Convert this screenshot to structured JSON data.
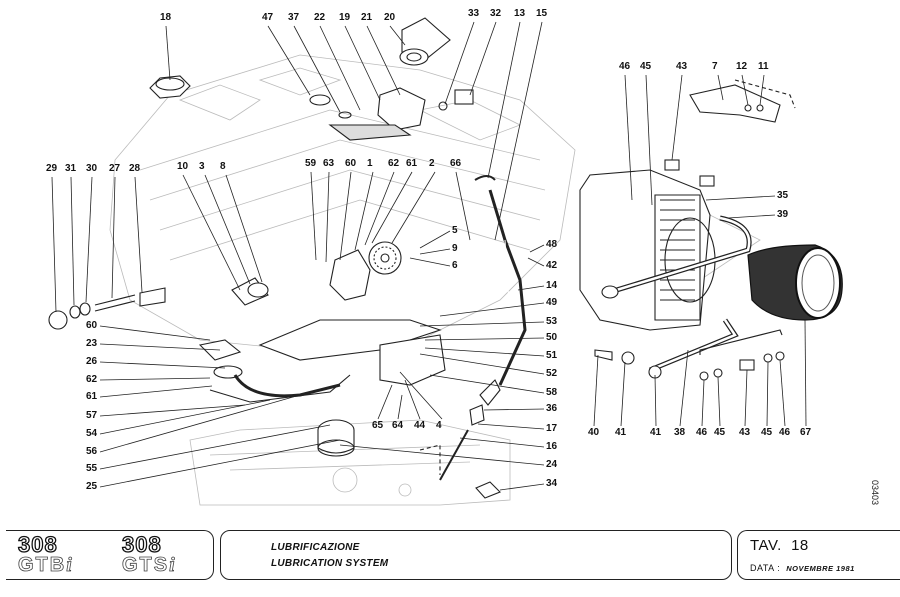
{
  "sheet": {
    "document_number": "03403",
    "models": [
      {
        "number": "308",
        "variant": "GTB",
        "suffix": "i"
      },
      {
        "number": "308",
        "variant": "GTS",
        "suffix": "i"
      }
    ],
    "title_it": "LUBRIFICAZIONE",
    "title_en": "LUBRICATION SYSTEM",
    "tav_label": "TAV.",
    "tav_number": "18",
    "date_label": "DATA",
    "date_separator": ":",
    "date_value": "NOVEMBRE 1981"
  },
  "diagram": {
    "description": "Exploded view of engine lubrication system: oil pump, sump pickup, oil filter, dipstick and tube, oil cooler, hoses and fittings",
    "callouts": [
      {
        "id": "c18",
        "label": "18",
        "part": "oil filler cap"
      },
      {
        "id": "c47",
        "label": "47"
      },
      {
        "id": "c37",
        "label": "37"
      },
      {
        "id": "c22",
        "label": "22"
      },
      {
        "id": "c19",
        "label": "19"
      },
      {
        "id": "c21",
        "label": "21"
      },
      {
        "id": "c20",
        "label": "20",
        "part": "oil filter"
      },
      {
        "id": "c33",
        "label": "33"
      },
      {
        "id": "c32",
        "label": "32"
      },
      {
        "id": "c13",
        "label": "13"
      },
      {
        "id": "c15",
        "label": "15"
      },
      {
        "id": "c46a",
        "label": "46"
      },
      {
        "id": "c45a",
        "label": "45"
      },
      {
        "id": "c43a",
        "label": "43"
      },
      {
        "id": "c7",
        "label": "7",
        "part": "bracket"
      },
      {
        "id": "c12",
        "label": "12"
      },
      {
        "id": "c11",
        "label": "11"
      },
      {
        "id": "c29",
        "label": "29"
      },
      {
        "id": "c31",
        "label": "31"
      },
      {
        "id": "c30",
        "label": "30"
      },
      {
        "id": "c27",
        "label": "27"
      },
      {
        "id": "c28",
        "label": "28"
      },
      {
        "id": "c10",
        "label": "10"
      },
      {
        "id": "c3",
        "label": "3"
      },
      {
        "id": "c8",
        "label": "8"
      },
      {
        "id": "c59",
        "label": "59"
      },
      {
        "id": "c63",
        "label": "63"
      },
      {
        "id": "c60a",
        "label": "60"
      },
      {
        "id": "c1",
        "label": "1",
        "part": "oil pump"
      },
      {
        "id": "c62a",
        "label": "62"
      },
      {
        "id": "c61a",
        "label": "61"
      },
      {
        "id": "c2",
        "label": "2",
        "part": "pump gear"
      },
      {
        "id": "c66",
        "label": "66"
      },
      {
        "id": "c35",
        "label": "35",
        "part": "oil cooler"
      },
      {
        "id": "c39",
        "label": "39"
      },
      {
        "id": "c5",
        "label": "5"
      },
      {
        "id": "c9",
        "label": "9"
      },
      {
        "id": "c6",
        "label": "6"
      },
      {
        "id": "c48",
        "label": "48"
      },
      {
        "id": "c42",
        "label": "42"
      },
      {
        "id": "c14",
        "label": "14",
        "part": "dipstick tube"
      },
      {
        "id": "c49",
        "label": "49"
      },
      {
        "id": "c53",
        "label": "53"
      },
      {
        "id": "c50",
        "label": "50"
      },
      {
        "id": "c51",
        "label": "51"
      },
      {
        "id": "c52",
        "label": "52"
      },
      {
        "id": "c58",
        "label": "58"
      },
      {
        "id": "c36",
        "label": "36"
      },
      {
        "id": "c17",
        "label": "17"
      },
      {
        "id": "c16",
        "label": "16"
      },
      {
        "id": "c24",
        "label": "24"
      },
      {
        "id": "c34",
        "label": "34"
      },
      {
        "id": "c60b",
        "label": "60"
      },
      {
        "id": "c23",
        "label": "23"
      },
      {
        "id": "c26",
        "label": "26"
      },
      {
        "id": "c62b",
        "label": "62"
      },
      {
        "id": "c61b",
        "label": "61"
      },
      {
        "id": "c57",
        "label": "57"
      },
      {
        "id": "c54",
        "label": "54"
      },
      {
        "id": "c56",
        "label": "56"
      },
      {
        "id": "c55",
        "label": "55"
      },
      {
        "id": "c25",
        "label": "25"
      },
      {
        "id": "c65",
        "label": "65"
      },
      {
        "id": "c64",
        "label": "64"
      },
      {
        "id": "c44",
        "label": "44"
      },
      {
        "id": "c4",
        "label": "4"
      },
      {
        "id": "c40",
        "label": "40"
      },
      {
        "id": "c41a",
        "label": "41"
      },
      {
        "id": "c41b",
        "label": "41"
      },
      {
        "id": "c38",
        "label": "38"
      },
      {
        "id": "c46b",
        "label": "46"
      },
      {
        "id": "c45b",
        "label": "45"
      },
      {
        "id": "c43b",
        "label": "43"
      },
      {
        "id": "c45c",
        "label": "45"
      },
      {
        "id": "c46c",
        "label": "46"
      },
      {
        "id": "c67",
        "label": "67",
        "part": "duct hose"
      }
    ]
  }
}
